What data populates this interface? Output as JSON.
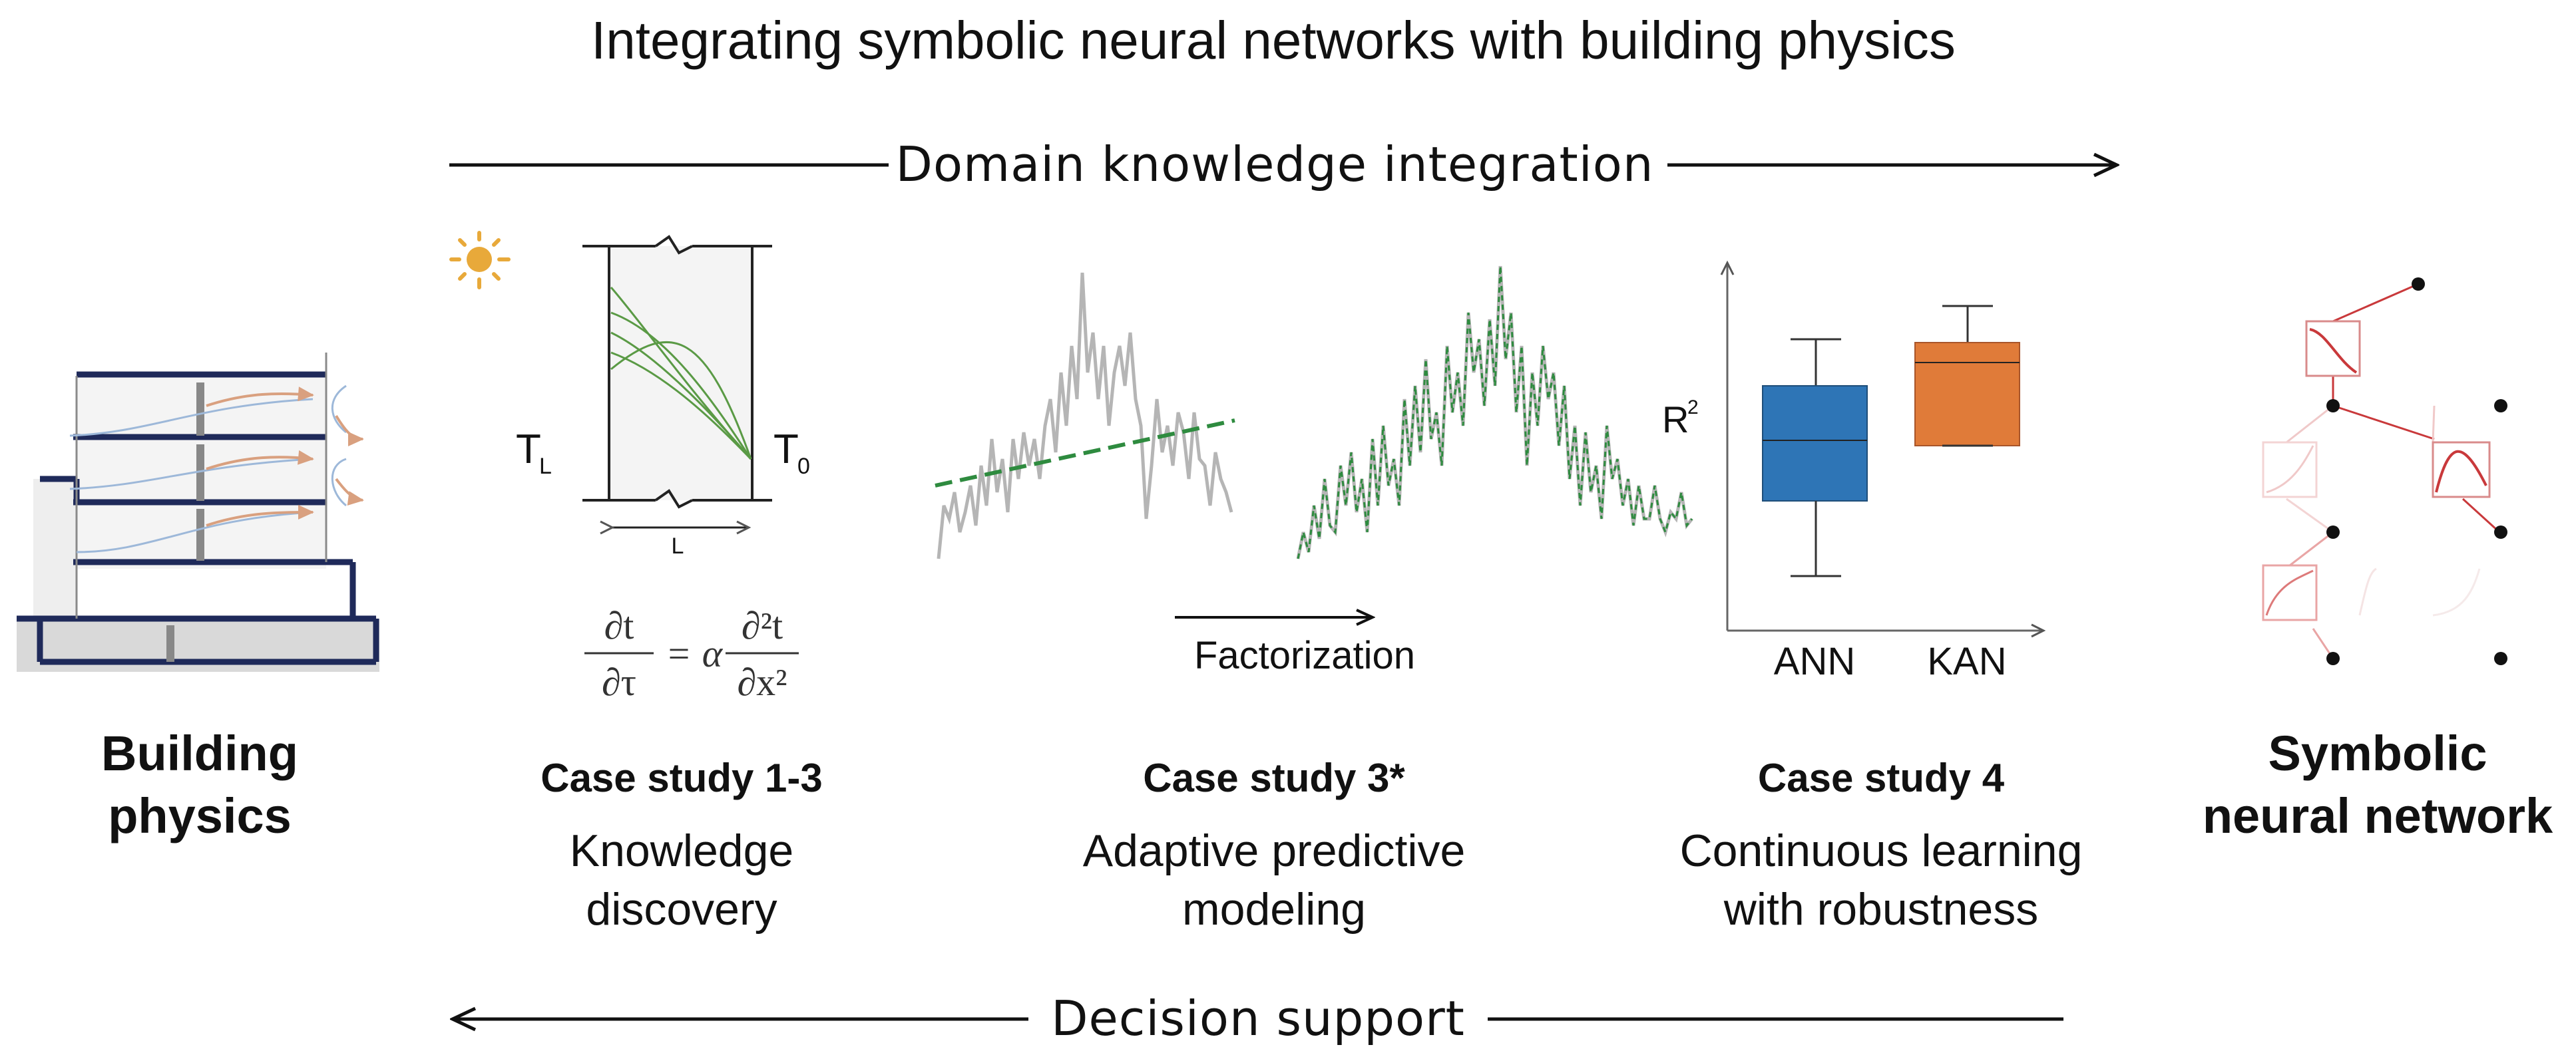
{
  "title": "Integrating symbolic neural networks with building physics",
  "top_arrow_label": "Domain knowledge integration",
  "bottom_arrow_label": "Decision support",
  "left_panel": {
    "label_line1": "Building",
    "label_line2": "physics"
  },
  "right_panel": {
    "label_line1": "Symbolic",
    "label_line2": "neural network"
  },
  "wall_diagram": {
    "left_temp": "T",
    "left_temp_sub": "L",
    "right_temp": "T",
    "right_temp_sub": "0",
    "thickness_label": "L",
    "equation": {
      "lhs_num": "∂t",
      "lhs_den": "∂τ",
      "equals": "=",
      "alpha": "α",
      "rhs_num": "∂²t",
      "rhs_den": "∂x²"
    }
  },
  "factorization_label": "Factorization",
  "boxplot": {
    "ylabel": "R",
    "ylabel_sup": "2",
    "categories": [
      "ANN",
      "KAN"
    ]
  },
  "case_studies": [
    {
      "title": "Case study 1-3",
      "desc_line1": "Knowledge",
      "desc_line2": "discovery"
    },
    {
      "title": "Case study 3*",
      "desc_line1": "Adaptive predictive",
      "desc_line2": "modeling"
    },
    {
      "title": "Case study 4",
      "desc_line1": "Continuous learning",
      "desc_line2": "with robustness"
    }
  ],
  "colors": {
    "ann_box": "#2e75b6",
    "kan_box": "#e07b39",
    "wall_curves": "#5a9a45",
    "dashed_fit": "#2e8b3f",
    "signal_gray": "#b5b5b5",
    "sun": "#e8a93a",
    "building_lines": "#1f2a5a",
    "kan_edges": "#c9393b"
  }
}
